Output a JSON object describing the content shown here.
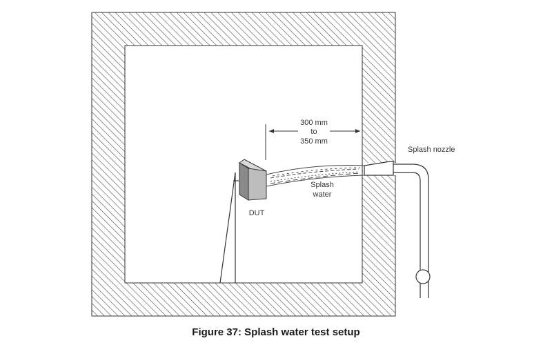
{
  "labels": {
    "distance_line1": "300 mm",
    "distance_line2": "to",
    "distance_line3": "350 mm",
    "nozzle": "Splash nozzle",
    "water_line1": "Splash",
    "water_line2": "water",
    "dut": "DUT"
  },
  "caption": "Figure 37: Splash water test setup",
  "colors": {
    "hatch": "#5a5a5a",
    "outline": "#333333",
    "dut_side": "#8a8a8a",
    "dut_front": "#bdbdbd"
  }
}
